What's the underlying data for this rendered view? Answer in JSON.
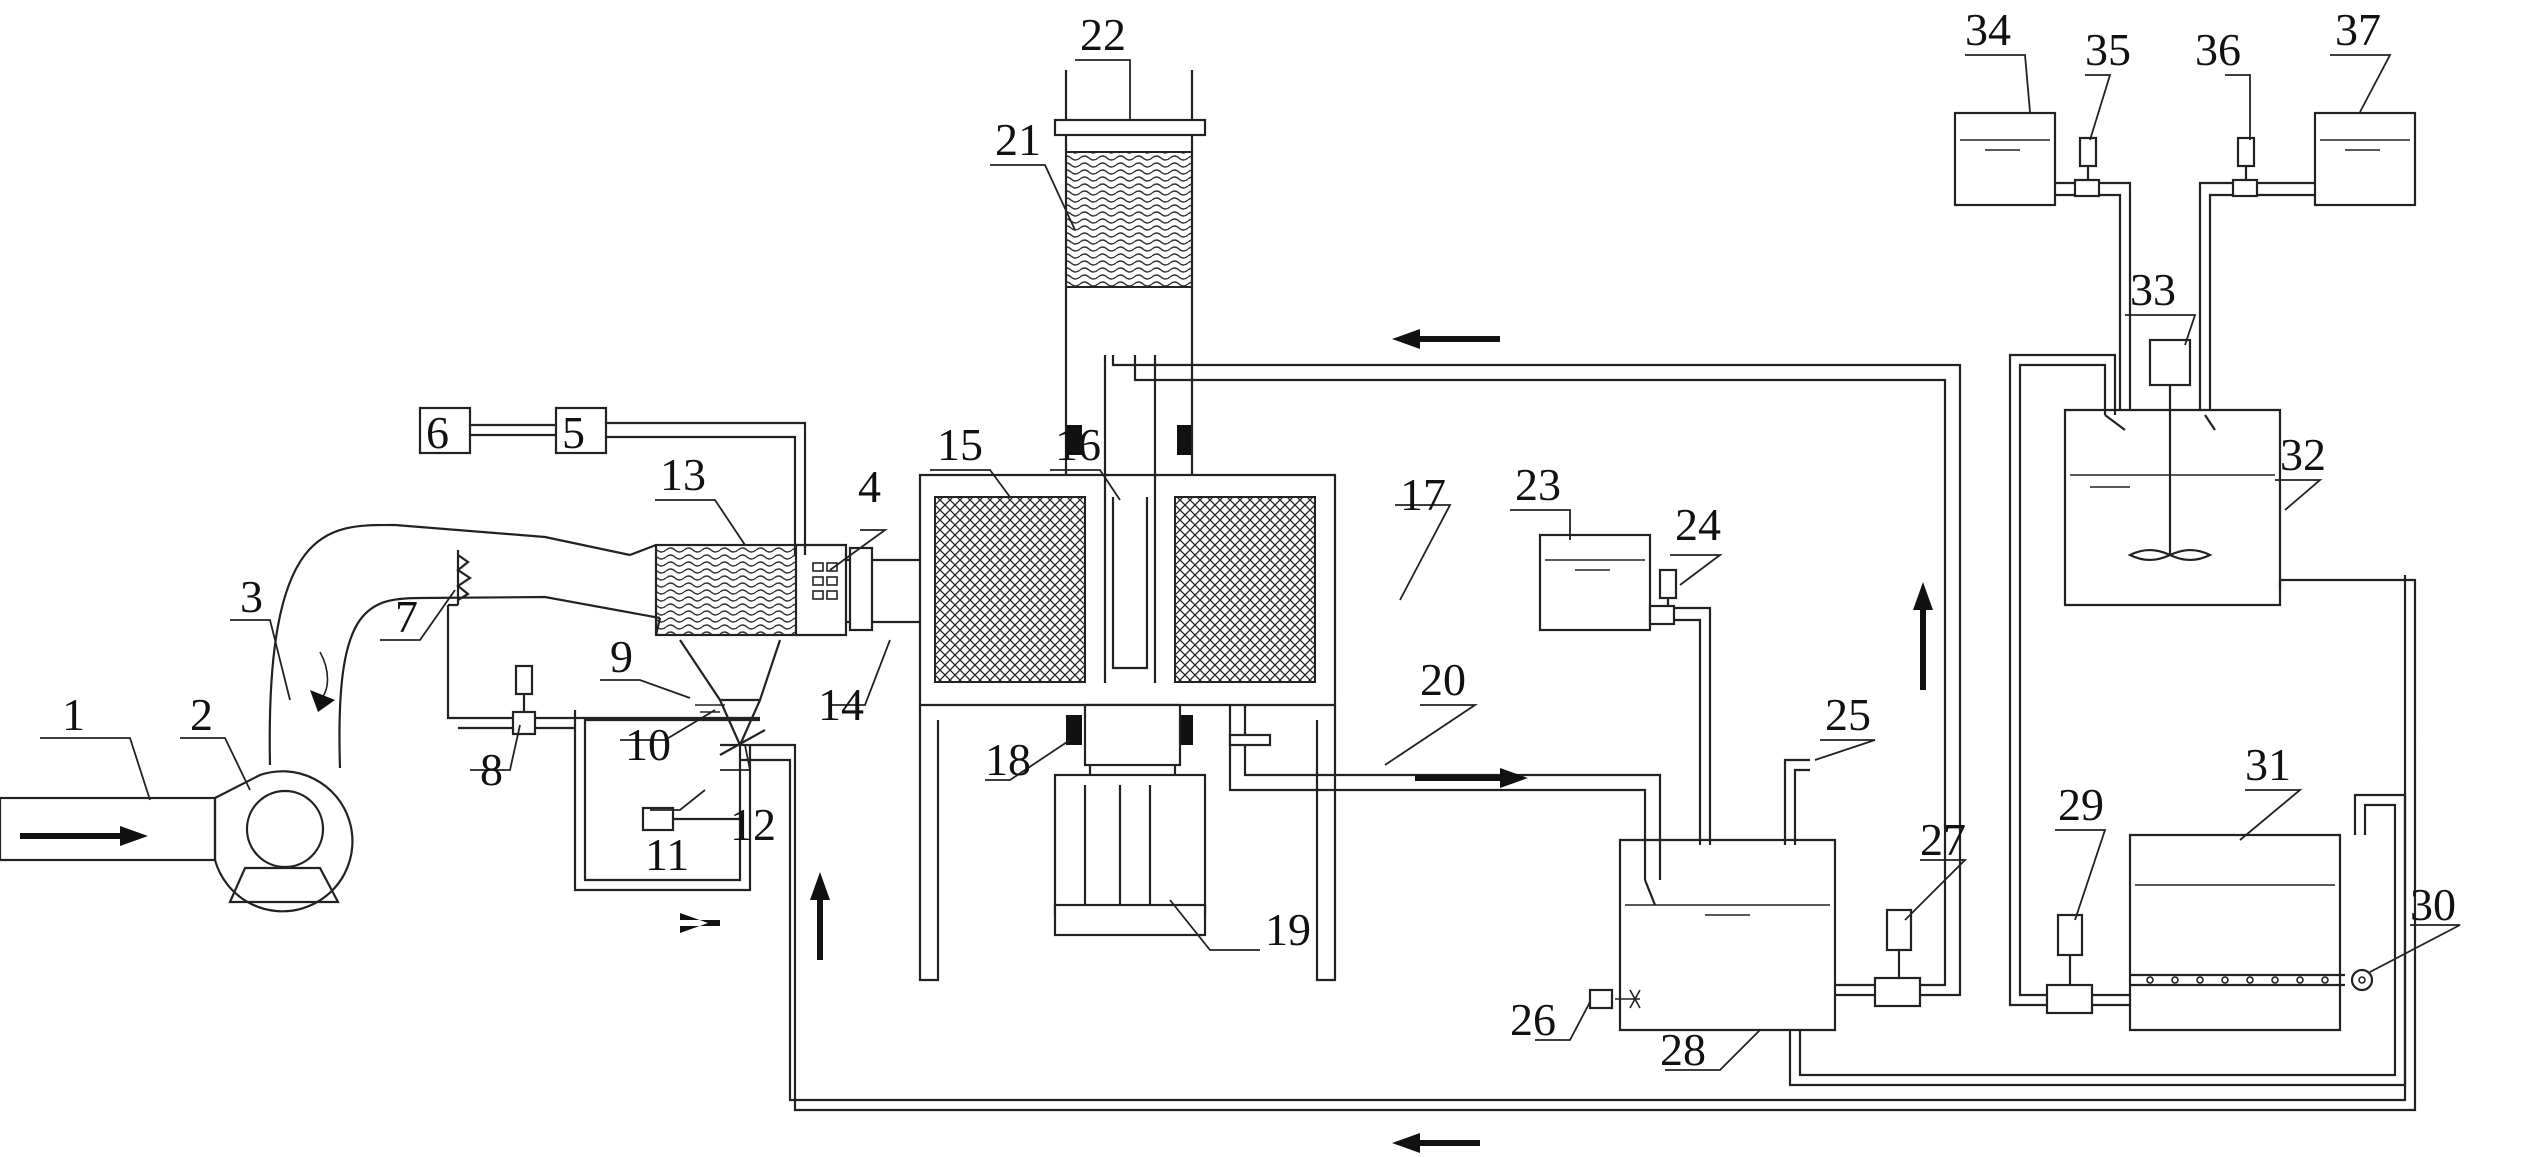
{
  "labels": {
    "l1": "1",
    "l2": "2",
    "l3": "3",
    "l4": "4",
    "l5": "5",
    "l6": "6",
    "l7": "7",
    "l8": "8",
    "l9": "9",
    "l10": "10",
    "l11": "11",
    "l12": "12",
    "l13": "13",
    "l14": "14",
    "l15": "15",
    "l16": "16",
    "l17": "17",
    "l18": "18",
    "l19": "19",
    "l20": "20",
    "l21": "21",
    "l22": "22",
    "l23": "23",
    "l24": "24",
    "l25": "25",
    "l26": "26",
    "l27": "27",
    "l28": "28",
    "l29": "29",
    "l30": "30",
    "l31": "31",
    "l32": "32",
    "l33": "33",
    "l34": "34",
    "l35": "35",
    "l36": "36",
    "l37": "37"
  },
  "colors": {
    "line": "#222222",
    "fill": "#ffffff",
    "solid": "#111111"
  }
}
